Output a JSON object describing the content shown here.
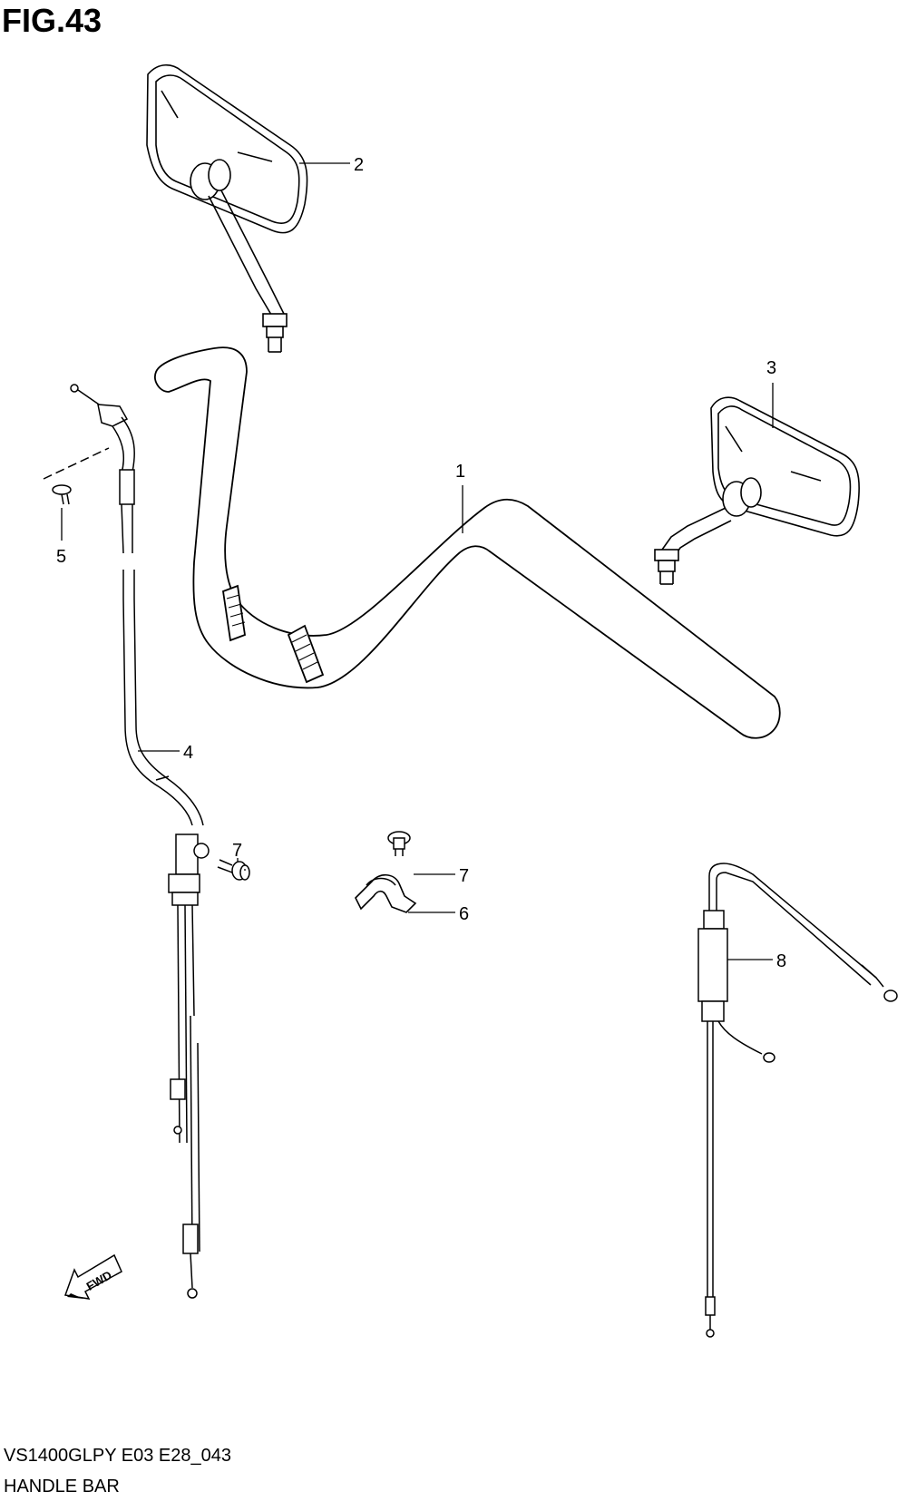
{
  "figure": {
    "title": "FIG.43"
  },
  "footer": {
    "model_code": "VS1400GLPY E03 E28_043",
    "section_name": "HANDLE BAR"
  },
  "callouts": {
    "handlebar": "1",
    "mirror_left": "2",
    "mirror_right": "3",
    "throttle_cable": "4",
    "screw": "5",
    "clamp": "6",
    "bolt_left": "7",
    "bolt_right": "7",
    "choke_cable": "8"
  },
  "forward_arrow": {
    "label": "FWD"
  }
}
